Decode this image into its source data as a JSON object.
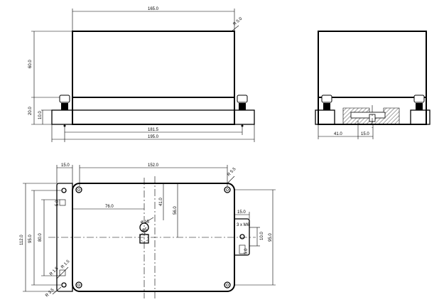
{
  "dimensions": {
    "top_width": "165.0",
    "top_radius": "R 5.0",
    "top_height": "60.0",
    "flange_height": "20.0",
    "flange_sub": "10.0",
    "inner_width": "181.5",
    "overall_width": "195.0",
    "side_offset": "41.0",
    "side_slot": "15.0",
    "plan_flange": "15.0",
    "plan_length": "152.0",
    "plan_corner": "R 5.5",
    "plan_height": "112.0",
    "plan_inner_height": "95.0",
    "plan_slot_height": "80.0",
    "plan_slot_width": "5.0",
    "plan_offset": "76.0",
    "plan_center_y": "41.0",
    "plan_center_h": "56.0",
    "hole_dia_1": "ø 15",
    "hole_dia_2": "ø5",
    "right_flange": "15.0",
    "screw": "3 x M6",
    "right_gap": "10.0",
    "right_height": "95.0",
    "right_slot": "5.0",
    "radius_a": "R 1.5",
    "radius_b": "R 1.5",
    "radius_c": "R 3.5"
  }
}
